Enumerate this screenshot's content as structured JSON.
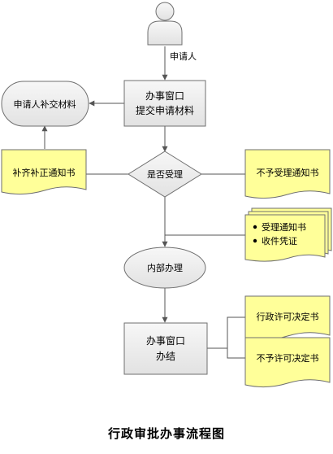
{
  "title": "行政审批办事流程图",
  "nodes": {
    "applicant": "申请人",
    "window_submit_line1": "办事窗口",
    "window_submit_line2": "提交申请材料",
    "supplement_materials": "申请人补交材料",
    "correction_notice": "补齐补正通知书",
    "accept_decision": "是否受理",
    "reject_notice": "不予受理通知书",
    "accept_docs": [
      "受理通知书",
      "收件凭证"
    ],
    "internal_process": "内部办理",
    "window_finish_line1": "办事窗口",
    "window_finish_line2": "办结",
    "permit_decision": "行政许可决定书",
    "deny_permit_decision": "不予许可决定书"
  },
  "colors": {
    "box_fill": "#ececec",
    "note_fill": "#ffff99",
    "stroke": "#6f6f6f",
    "arrow": "#555555"
  }
}
